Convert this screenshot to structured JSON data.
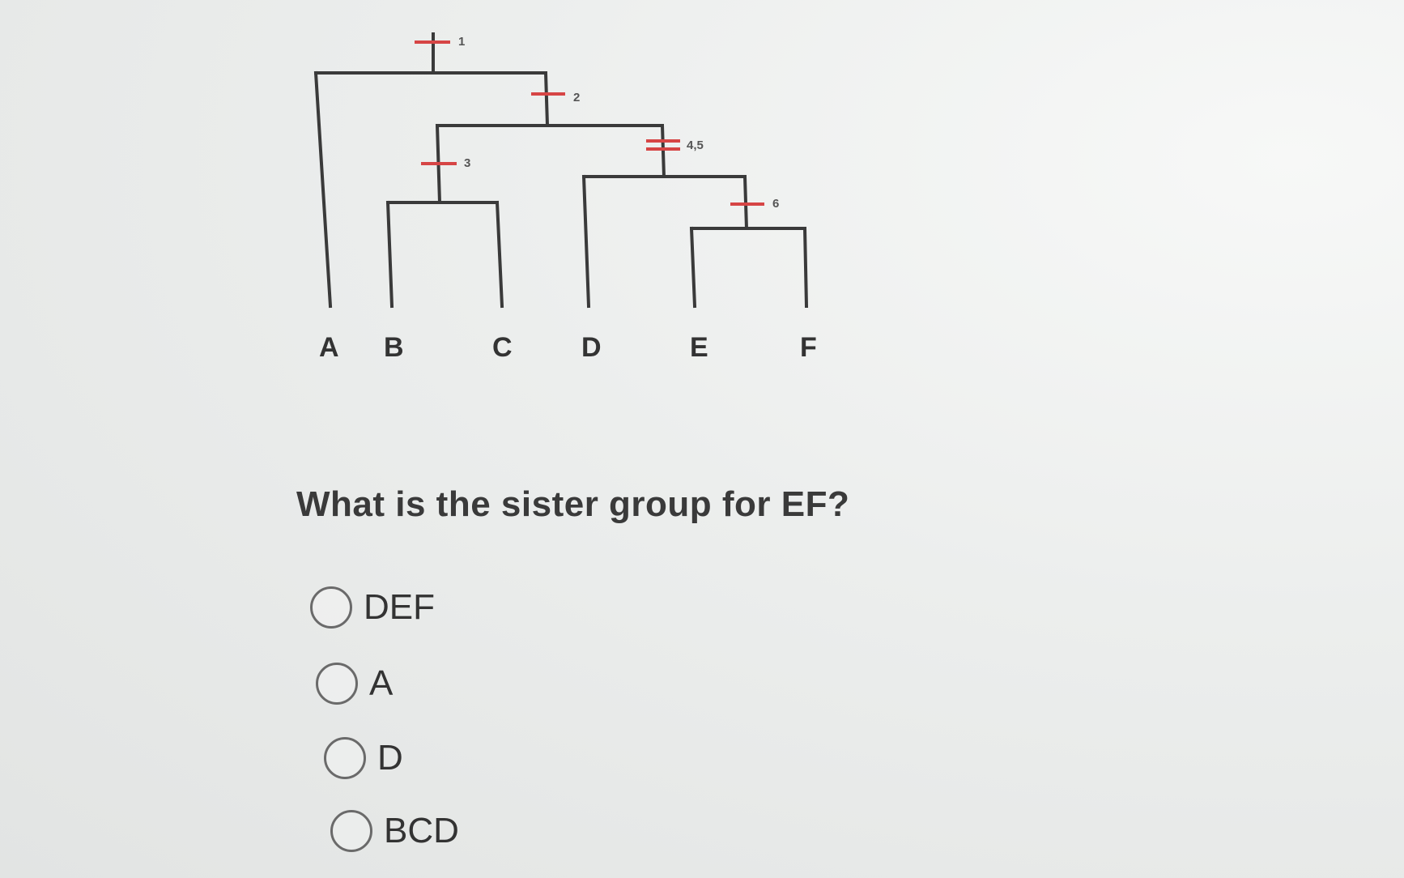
{
  "cladogram": {
    "taxa": [
      "A",
      "B",
      "C",
      "D",
      "E",
      "F"
    ],
    "characters": [
      "1",
      "2",
      "3",
      "4,5",
      "6"
    ]
  },
  "question": {
    "text": "What is the sister group for EF?"
  },
  "options": [
    {
      "label": "DEF",
      "selected": false
    },
    {
      "label": "A",
      "selected": false
    },
    {
      "label": "D",
      "selected": false
    },
    {
      "label": "BCD",
      "selected": false
    }
  ],
  "colors": {
    "tree_line": "#3a3a3a",
    "character_hash": "#d64545"
  }
}
